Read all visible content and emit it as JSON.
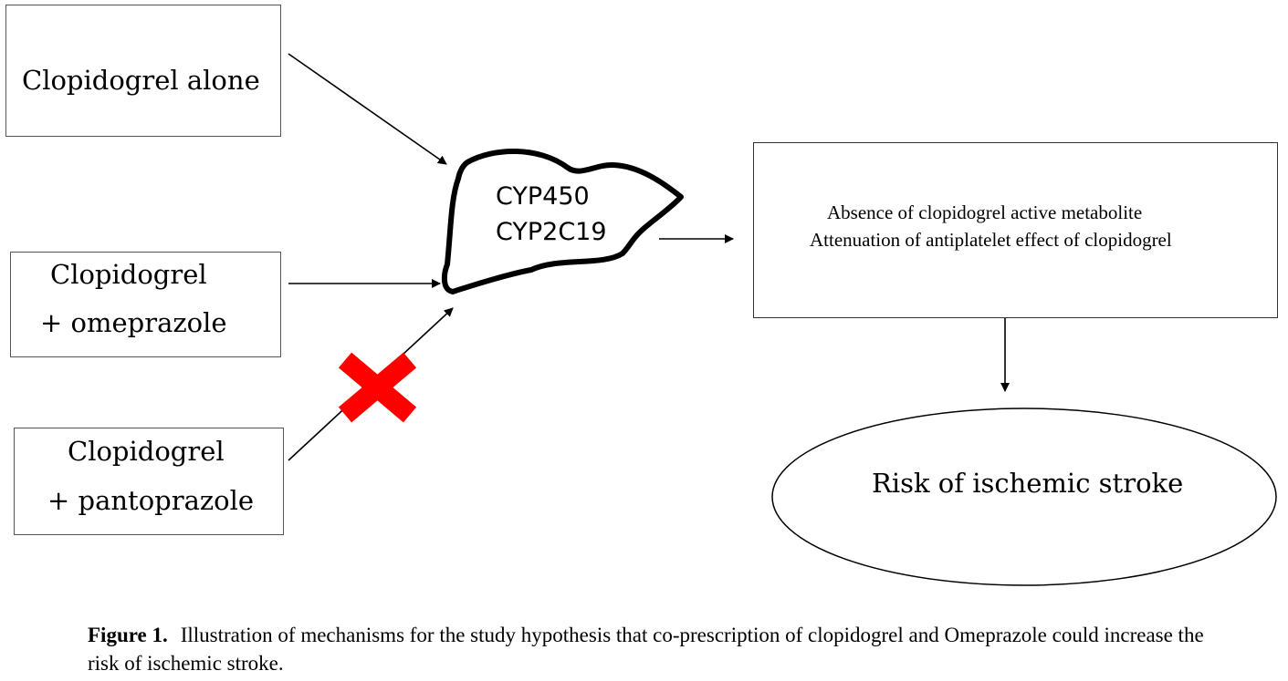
{
  "inputs": [
    {
      "lines": [
        "Clopidogrel alone"
      ]
    },
    {
      "lines": [
        "Clopidogrel",
        "+ omeprazole"
      ]
    },
    {
      "lines": [
        "Clopidogrel",
        "+ pantoprazole"
      ]
    }
  ],
  "liver": {
    "lines": [
      "CYP450",
      "CYP2C19"
    ]
  },
  "effect": {
    "lines": [
      "Absence of clopidogrel active metabolite",
      "Attenuation of antiplatelet effect of clopidogrel"
    ]
  },
  "outcome": {
    "label": "Risk of ischemic stroke"
  },
  "caption": {
    "label": "Figure 1.",
    "text": "Illustration of mechanisms for the study hypothesis that co-prescription of clopidogrel and Omeprazole could increase the risk of ischemic stroke."
  },
  "colors": {
    "block_mark": "#ff0000",
    "stroke": "#000000",
    "box_border": "#555555"
  }
}
